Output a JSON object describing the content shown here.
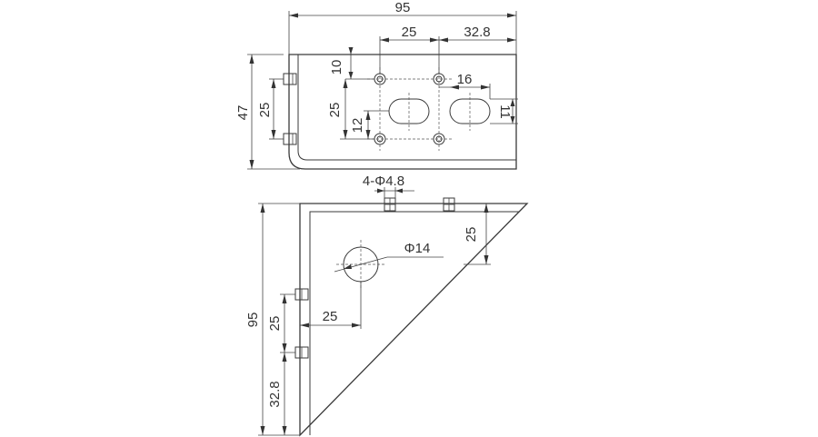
{
  "dimensions": {
    "top_overall_width": "95",
    "top_hole_spacing": "25",
    "top_right_offset": "32.8",
    "top_edge_to_hole": "10",
    "top_slot_length": "16",
    "top_overall_height": "47",
    "top_side_hole_spacing": "25",
    "top_hole_row_spacing": "25",
    "top_slot_offset": "12",
    "top_slot_width": "11",
    "hole_callout": "4-Φ4.8",
    "large_hole_diameter": "Φ14",
    "front_hole_from_top": "25",
    "front_hole_from_left": "25",
    "front_overall_height": "95",
    "front_side_hole_spacing": "25",
    "front_bottom_offset": "32.8"
  },
  "colors": {
    "line": "#3a3a3a",
    "text": "#333333",
    "background": "#ffffff"
  }
}
